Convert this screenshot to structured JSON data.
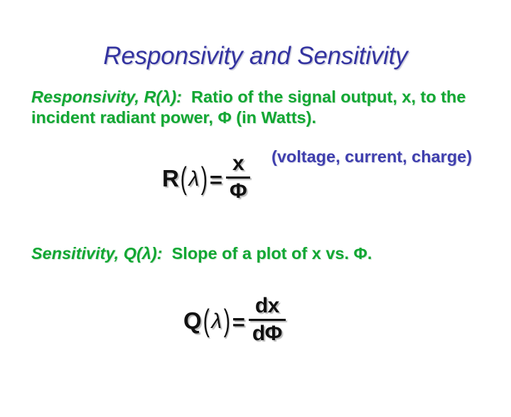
{
  "slide": {
    "background_color": "#ffffff",
    "title": "Responsivity and Sensitivity",
    "title_color": "#3333a0",
    "body_color": "#12a733",
    "annotation_color": "#3f3fae",
    "equation_color": "#111111"
  },
  "responsivity": {
    "term": "Responsivity, R(λ):",
    "definition": "Ratio of the signal output, x, to the incident radiant power, Φ (in Watts).",
    "equation": {
      "lhs_symbol": "R",
      "lhs_open_paren": "(",
      "lhs_variable": "λ",
      "lhs_close_paren": ")",
      "equals": "=",
      "numerator": "x",
      "denominator": "Φ",
      "plain_text": "R(λ) = x / Φ"
    },
    "annotation": "(voltage, current, charge)"
  },
  "sensitivity": {
    "term": "Sensitivity, Q(λ):",
    "definition": "Slope of a plot of x vs. Φ.",
    "equation": {
      "lhs_symbol": "Q",
      "lhs_open_paren": "(",
      "lhs_variable": "λ",
      "lhs_close_paren": ")",
      "equals": "=",
      "numerator": "dx",
      "denominator": "dΦ",
      "plain_text": "Q(λ) = dx / dΦ"
    }
  }
}
